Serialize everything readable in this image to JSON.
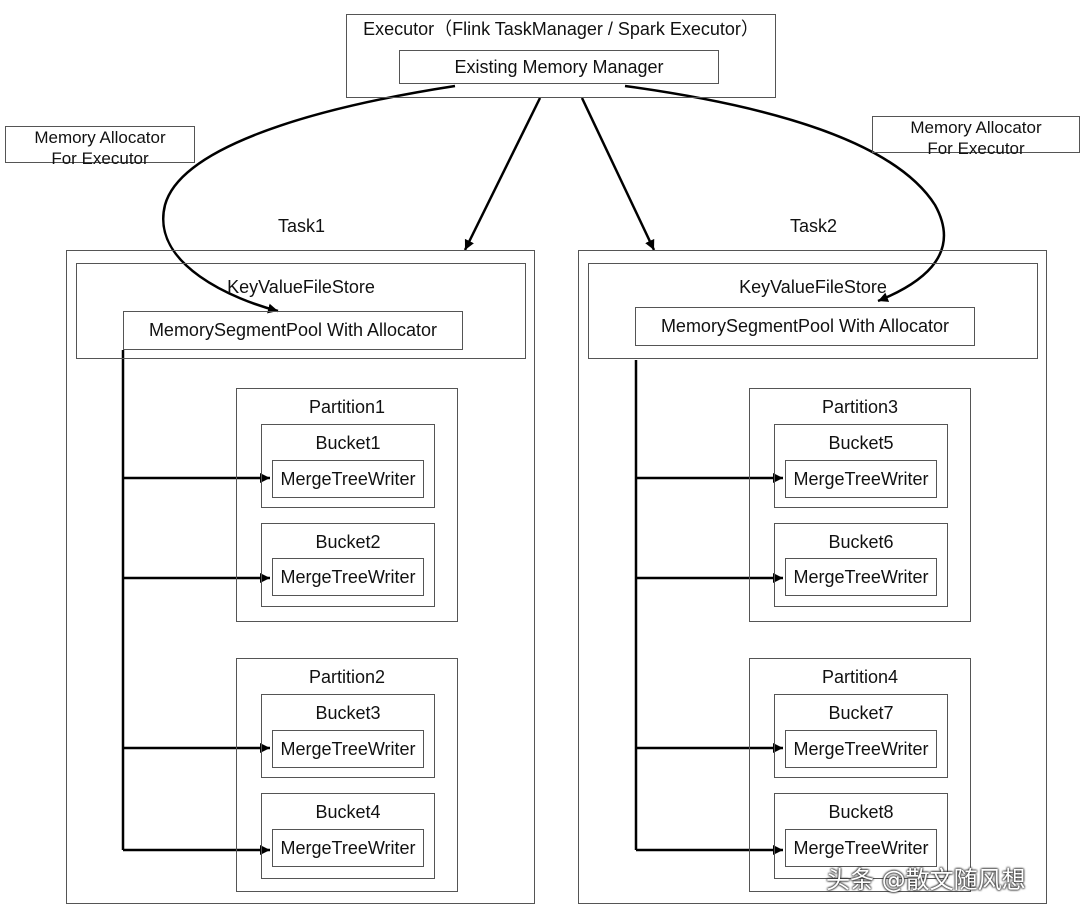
{
  "executor": {
    "title": "Executor（Flink TaskManager / Spark Executor）",
    "memory_manager": "Existing Memory Manager"
  },
  "notes": {
    "left": {
      "line1": "Memory Allocator",
      "line2": "For Executor"
    },
    "right": {
      "line1": "Memory Allocator",
      "line2": "For Executor"
    }
  },
  "tasks": [
    {
      "label": "Task1",
      "store": "KeyValueFileStore",
      "pool": "MemorySegmentPool With Allocator",
      "partitions": [
        {
          "label": "Partition1",
          "buckets": [
            {
              "label": "Bucket1",
              "writer": "MergeTreeWriter"
            },
            {
              "label": "Bucket2",
              "writer": "MergeTreeWriter"
            }
          ]
        },
        {
          "label": "Partition2",
          "buckets": [
            {
              "label": "Bucket3",
              "writer": "MergeTreeWriter"
            },
            {
              "label": "Bucket4",
              "writer": "MergeTreeWriter"
            }
          ]
        }
      ]
    },
    {
      "label": "Task2",
      "store": "KeyValueFileStore",
      "pool": "MemorySegmentPool With Allocator",
      "partitions": [
        {
          "label": "Partition3",
          "buckets": [
            {
              "label": "Bucket5",
              "writer": "MergeTreeWriter"
            },
            {
              "label": "Bucket6",
              "writer": "MergeTreeWriter"
            }
          ]
        },
        {
          "label": "Partition4",
          "buckets": [
            {
              "label": "Bucket7",
              "writer": "MergeTreeWriter"
            },
            {
              "label": "Bucket8",
              "writer": "MergeTreeWriter"
            }
          ]
        }
      ]
    }
  ],
  "watermark": "头条 @散文随风想",
  "colors": {
    "line": "#000000",
    "border": "#555555",
    "text": "#111111"
  }
}
